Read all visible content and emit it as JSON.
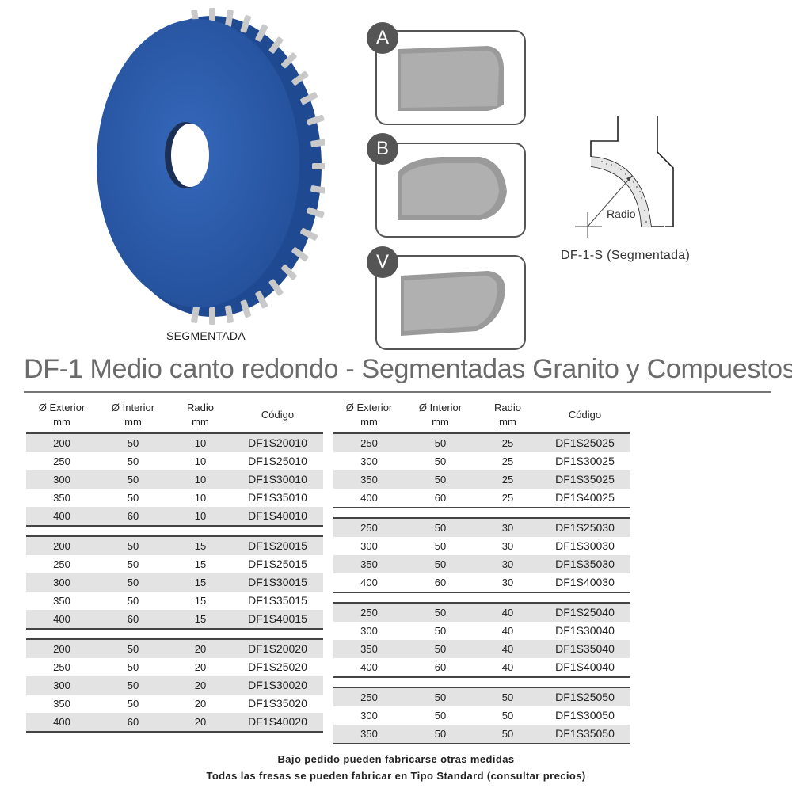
{
  "wheel": {
    "caption": "SEGMENTADA",
    "color": "#2c5aa6"
  },
  "profiles": [
    {
      "letter": "A"
    },
    {
      "letter": "B"
    },
    {
      "letter": "V"
    }
  ],
  "diagram": {
    "radio_label": "Radio",
    "caption": "DF-1-S (Segmentada)"
  },
  "title": "DF-1 Medio canto redondo - Segmentadas Granito y Compuestos",
  "columns": {
    "exterior": [
      "Ø Exterior",
      "mm"
    ],
    "interior": [
      "Ø Interior",
      "mm"
    ],
    "radio": [
      "Radio",
      "mm"
    ],
    "codigo": "Código"
  },
  "left_table": [
    [
      [
        "200",
        "50",
        "10",
        "DF1S20010"
      ],
      [
        "250",
        "50",
        "10",
        "DF1S25010"
      ],
      [
        "300",
        "50",
        "10",
        "DF1S30010"
      ],
      [
        "350",
        "50",
        "10",
        "DF1S35010"
      ],
      [
        "400",
        "60",
        "10",
        "DF1S40010"
      ]
    ],
    [
      [
        "200",
        "50",
        "15",
        "DF1S20015"
      ],
      [
        "250",
        "50",
        "15",
        "DF1S25015"
      ],
      [
        "300",
        "50",
        "15",
        "DF1S30015"
      ],
      [
        "350",
        "50",
        "15",
        "DF1S35015"
      ],
      [
        "400",
        "60",
        "15",
        "DF1S40015"
      ]
    ],
    [
      [
        "200",
        "50",
        "20",
        "DF1S20020"
      ],
      [
        "250",
        "50",
        "20",
        "DF1S25020"
      ],
      [
        "300",
        "50",
        "20",
        "DF1S30020"
      ],
      [
        "350",
        "50",
        "20",
        "DF1S35020"
      ],
      [
        "400",
        "60",
        "20",
        "DF1S40020"
      ]
    ]
  ],
  "right_table": [
    [
      [
        "250",
        "50",
        "25",
        "DF1S25025"
      ],
      [
        "300",
        "50",
        "25",
        "DF1S30025"
      ],
      [
        "350",
        "50",
        "25",
        "DF1S35025"
      ],
      [
        "400",
        "60",
        "25",
        "DF1S40025"
      ]
    ],
    [
      [
        "250",
        "50",
        "30",
        "DF1S25030"
      ],
      [
        "300",
        "50",
        "30",
        "DF1S30030"
      ],
      [
        "350",
        "50",
        "30",
        "DF1S35030"
      ],
      [
        "400",
        "60",
        "30",
        "DF1S40030"
      ]
    ],
    [
      [
        "250",
        "50",
        "40",
        "DF1S25040"
      ],
      [
        "300",
        "50",
        "40",
        "DF1S30040"
      ],
      [
        "350",
        "50",
        "40",
        "DF1S35040"
      ],
      [
        "400",
        "60",
        "40",
        "DF1S40040"
      ]
    ],
    [
      [
        "250",
        "50",
        "50",
        "DF1S25050"
      ],
      [
        "300",
        "50",
        "50",
        "DF1S30050"
      ],
      [
        "350",
        "50",
        "50",
        "DF1S35050"
      ]
    ]
  ],
  "notes": [
    "Bajo pedido pueden fabricarse otras medidas",
    "Todas las fresas se pueden fabricar en Tipo Standard (consultar precios)"
  ]
}
